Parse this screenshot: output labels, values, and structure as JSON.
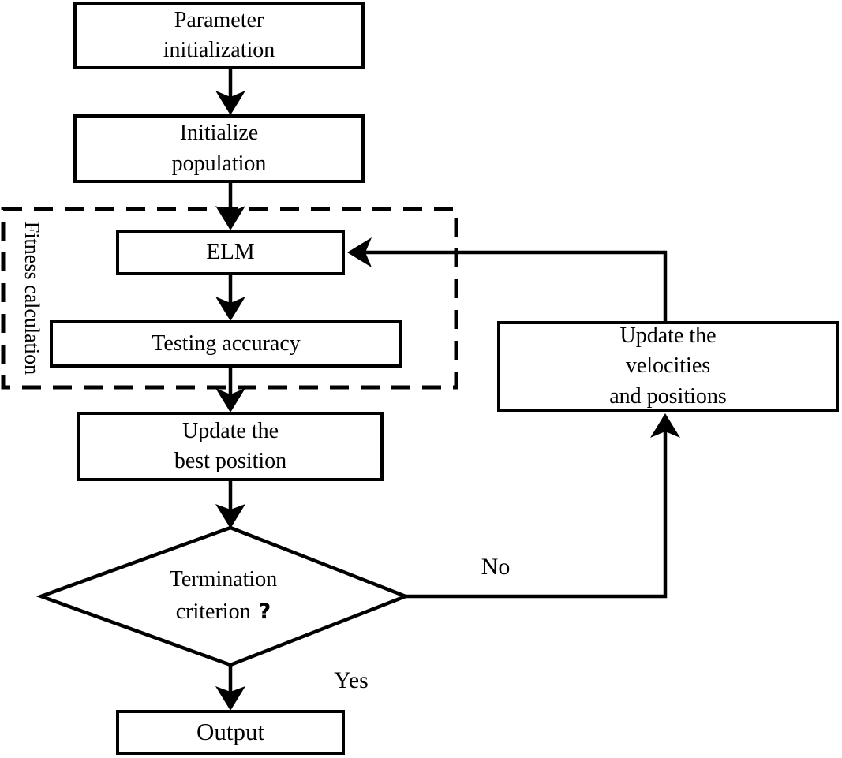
{
  "colors": {
    "ink": "#000000",
    "background": "#ffffff"
  },
  "nodes": {
    "parameter_initialization": {
      "label": "Parameter\ninitialization"
    },
    "initialize_population": {
      "label": "Initialize\npopulation"
    },
    "fitness_calculation_group": {
      "label": "Fitness calculation"
    },
    "elm": {
      "label": "ELM"
    },
    "testing_accuracy": {
      "label": "Testing accuracy"
    },
    "update_best_position": {
      "label": "Update the\nbest position"
    },
    "termination_criterion": {
      "line1": "Termination",
      "line2": "criterion",
      "question_mark": "?"
    },
    "update_velocities": {
      "label": "Update the\nvelocities\nand positions"
    },
    "output": {
      "label": "Output"
    }
  },
  "edge_labels": {
    "no": "No",
    "yes": "Yes"
  }
}
